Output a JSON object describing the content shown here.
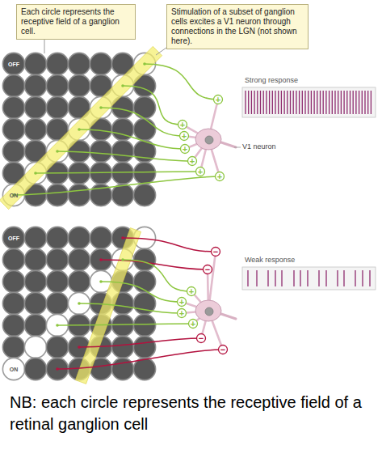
{
  "diagram": {
    "caption": "NB: each circle represents the receptive field of a retinal ganglion cell",
    "nodes": [
      {
        "text": [
          "Each circle represents the receptive field of a ganglion cell."
        ]
      },
      {
        "text": [
          "Stimulation of a subset of ganglion cells excites a V1 neuron through connections in the LGN (not shown here)."
        ]
      }
    ],
    "labels": [
      "OFF",
      "ON",
      "Strong response",
      "V1 neuron",
      "+",
      "+",
      "+",
      "+",
      "+",
      "+",
      "+",
      "OFF",
      "ON",
      "Weak response",
      "−",
      "−",
      "+",
      "+",
      "+",
      "+",
      "−",
      "−"
    ]
  }
}
